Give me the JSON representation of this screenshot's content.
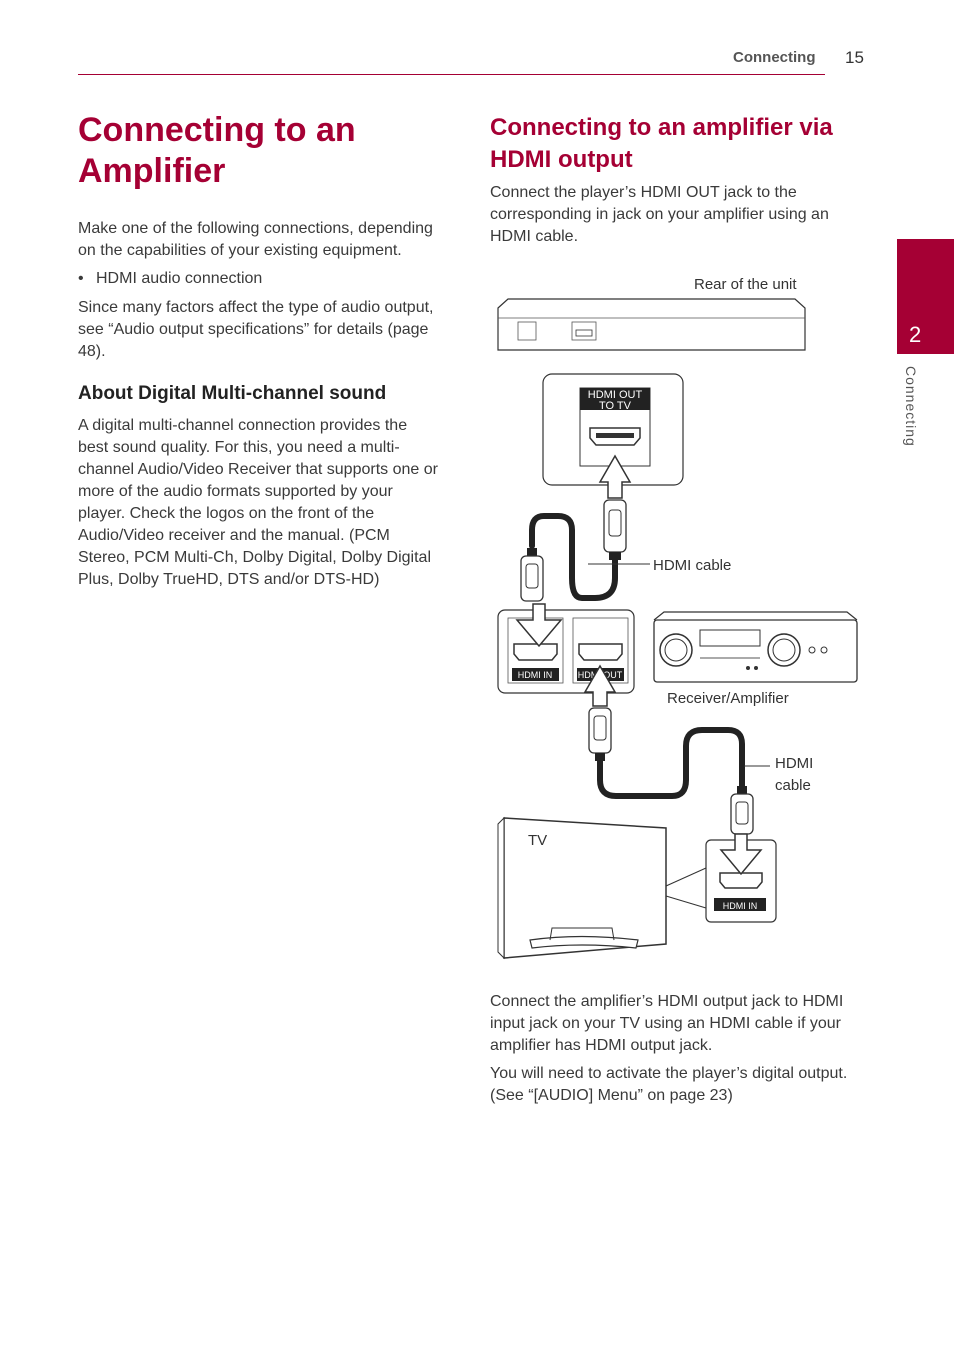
{
  "header": {
    "section": "Connecting",
    "page_number": "15"
  },
  "side_tab": {
    "number": "2",
    "label": "Connecting"
  },
  "left": {
    "title": "Connecting to an Amplifier",
    "intro": "Make one of the following connections, depending on the capabilities of your existing equipment.",
    "bullet": "HDMI audio connection",
    "note": "Since many factors affect the type of audio output, see “Audio output specifications” for details (page 48).",
    "subhead": "About Digital Multi-channel sound",
    "subhead_body": "A digital multi-channel connection provides the best sound quality. For this, you need a multi-channel Audio/Video Receiver that supports one or more of the audio formats supported by your player. Check the logos on the front of the Audio/Video receiver and the manual. (PCM Stereo, PCM Multi-Ch, Dolby Digital, Dolby Digital Plus, Dolby TrueHD, DTS and/or DTS-HD)"
  },
  "right": {
    "title": "Connecting to an amplifier via HDMI output",
    "intro": "Connect the player’s HDMI OUT jack to the corresponding in jack on your amplifier using an HDMI cable.",
    "outro1": "Connect the amplifier’s HDMI output jack to HDMI input jack on your TV using an HDMI cable if your amplifier has HDMI output jack.",
    "outro2": "You will need to activate the player’s digital output. (See “[AUDIO] Menu” on page 23)"
  },
  "diagram": {
    "rear_label": "Rear of the unit",
    "hdmi_out_label_1": "HDMI OUT",
    "hdmi_out_label_2": "TO TV",
    "cable_label_1": "HDMI cable",
    "receiver_label": "Receiver/Amplifier",
    "hdmi_in_label": "HDMI IN",
    "hdmi_out_short": "HDMI OUT",
    "cable_label_2a": "HDMI",
    "cable_label_2b": "cable",
    "tv_label": "TV",
    "tv_hdmi_in": "HDMI IN"
  },
  "colors": {
    "accent": "#a50034"
  }
}
